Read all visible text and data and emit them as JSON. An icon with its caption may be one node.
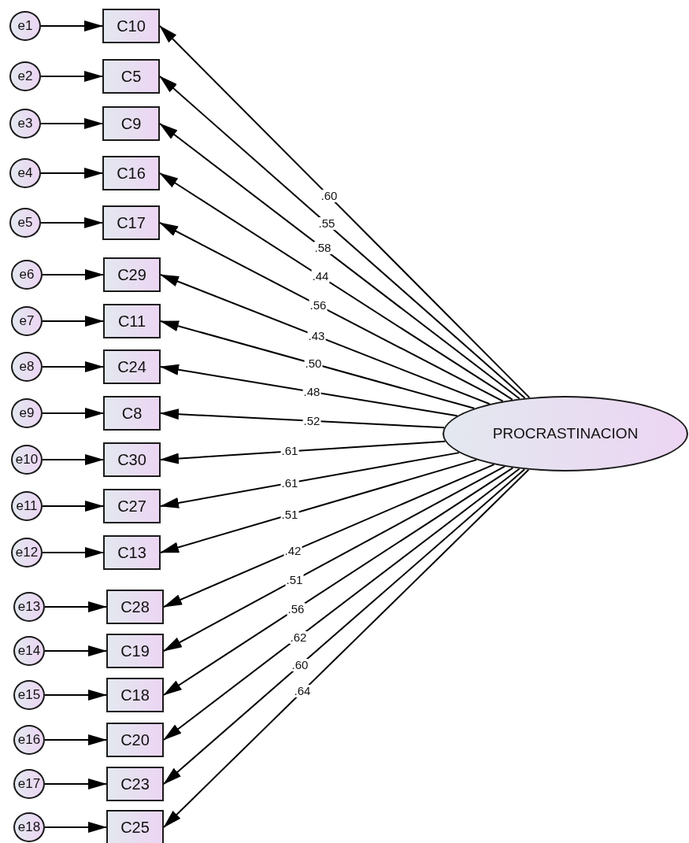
{
  "diagram": {
    "nodes": [
      {
        "text": [
          "e1"
        ]
      },
      {
        "text": [
          "C10"
        ]
      },
      {
        "text": [
          "e2"
        ]
      },
      {
        "text": [
          "C5"
        ]
      },
      {
        "text": [
          "e3"
        ]
      },
      {
        "text": [
          "C9"
        ]
      },
      {
        "text": [
          "e4"
        ]
      },
      {
        "text": [
          "C16"
        ]
      },
      {
        "text": [
          "e5"
        ]
      },
      {
        "text": [
          "C17"
        ]
      },
      {
        "text": [
          "e6"
        ]
      },
      {
        "text": [
          "C29"
        ]
      },
      {
        "text": [
          "e7"
        ]
      },
      {
        "text": [
          "C11"
        ]
      },
      {
        "text": [
          "e8"
        ]
      },
      {
        "text": [
          "C24"
        ]
      },
      {
        "text": [
          "e9"
        ]
      },
      {
        "text": [
          "C8"
        ]
      },
      {
        "text": [
          "e10"
        ]
      },
      {
        "text": [
          "C30"
        ]
      },
      {
        "text": [
          "e11"
        ]
      },
      {
        "text": [
          "C27"
        ]
      },
      {
        "text": [
          "e12"
        ]
      },
      {
        "text": [
          "C13"
        ]
      },
      {
        "text": [
          "e13"
        ]
      },
      {
        "text": [
          "C28"
        ]
      },
      {
        "text": [
          "e14"
        ]
      },
      {
        "text": [
          "C19"
        ]
      },
      {
        "text": [
          "e15"
        ]
      },
      {
        "text": [
          "C18"
        ]
      },
      {
        "text": [
          "e16"
        ]
      },
      {
        "text": [
          "C20"
        ]
      },
      {
        "text": [
          "e17"
        ]
      },
      {
        "text": [
          "C23"
        ]
      },
      {
        "text": [
          "e18"
        ]
      },
      {
        "text": [
          "C25"
        ]
      },
      {
        "text": [
          "PROCRASTINACION"
        ]
      }
    ],
    "edges": [
      {
        "from": 0,
        "to": 1,
        "arrow": "to"
      },
      {
        "from": 2,
        "to": 3,
        "arrow": "to"
      },
      {
        "from": 4,
        "to": 5,
        "arrow": "to"
      },
      {
        "from": 6,
        "to": 7,
        "arrow": "to"
      },
      {
        "from": 8,
        "to": 9,
        "arrow": "to"
      },
      {
        "from": 10,
        "to": 11,
        "arrow": "to"
      },
      {
        "from": 12,
        "to": 13,
        "arrow": "to"
      },
      {
        "from": 14,
        "to": 15,
        "arrow": "to"
      },
      {
        "from": 16,
        "to": 17,
        "arrow": "to"
      },
      {
        "from": 18,
        "to": 19,
        "arrow": "to"
      },
      {
        "from": 20,
        "to": 21,
        "arrow": "to"
      },
      {
        "from": 22,
        "to": 23,
        "arrow": "to"
      },
      {
        "from": 24,
        "to": 25,
        "arrow": "to"
      },
      {
        "from": 26,
        "to": 27,
        "arrow": "to"
      },
      {
        "from": 28,
        "to": 29,
        "arrow": "to"
      },
      {
        "from": 30,
        "to": 31,
        "arrow": "to"
      },
      {
        "from": 32,
        "to": 33,
        "arrow": "to"
      },
      {
        "from": 34,
        "to": 35,
        "arrow": "to"
      },
      {
        "from": 36,
        "to": 1,
        "arrow": "to",
        "label": ".60"
      },
      {
        "from": 36,
        "to": 3,
        "arrow": "to",
        "label": ".55"
      },
      {
        "from": 36,
        "to": 5,
        "arrow": "to",
        "label": ".58"
      },
      {
        "from": 36,
        "to": 7,
        "arrow": "to",
        "label": ".44"
      },
      {
        "from": 36,
        "to": 9,
        "arrow": "to",
        "label": ".56"
      },
      {
        "from": 36,
        "to": 11,
        "arrow": "to",
        "label": ".43"
      },
      {
        "from": 36,
        "to": 13,
        "arrow": "to",
        "label": ".50"
      },
      {
        "from": 36,
        "to": 15,
        "arrow": "to",
        "label": ".48"
      },
      {
        "from": 36,
        "to": 17,
        "arrow": "to",
        "label": ".52"
      },
      {
        "from": 36,
        "to": 19,
        "arrow": "to",
        "label": ".61"
      },
      {
        "from": 36,
        "to": 21,
        "arrow": "to",
        "label": ".61"
      },
      {
        "from": 36,
        "to": 23,
        "arrow": "to",
        "label": ".51"
      },
      {
        "from": 36,
        "to": 25,
        "arrow": "to",
        "label": ".42"
      },
      {
        "from": 36,
        "to": 27,
        "arrow": "to",
        "label": ".51"
      },
      {
        "from": 36,
        "to": 29,
        "arrow": "to",
        "label": ".56"
      },
      {
        "from": 36,
        "to": 31,
        "arrow": "to",
        "label": ".62"
      },
      {
        "from": 36,
        "to": 33,
        "arrow": "to",
        "label": ".60"
      },
      {
        "from": 36,
        "to": 35,
        "arrow": "to",
        "label": ".64"
      }
    ]
  }
}
